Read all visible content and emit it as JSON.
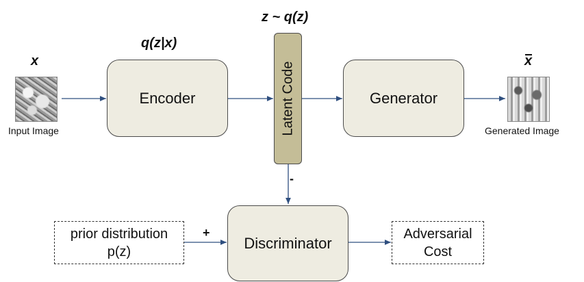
{
  "input": {
    "symbol": "x",
    "caption": "Input  Image"
  },
  "encoder": {
    "label": "Encoder",
    "dist": "q(z|x)"
  },
  "latent": {
    "label": "Latent Code",
    "sample": "z ~ q(z)"
  },
  "generator": {
    "label": "Generator"
  },
  "output": {
    "symbol": "x",
    "caption": "Generated   Image"
  },
  "discriminator": {
    "label": "Discriminator",
    "minus_sign": "-",
    "plus_sign": "+"
  },
  "prior": {
    "line1": "prior distribution",
    "line2": "p(z)"
  },
  "cost": {
    "line1": "Adversarial",
    "line2": "Cost"
  },
  "colors": {
    "box_fill": "#eeece1",
    "latent_fill": "#c4bd97",
    "arrow": "#2f4f7f"
  }
}
